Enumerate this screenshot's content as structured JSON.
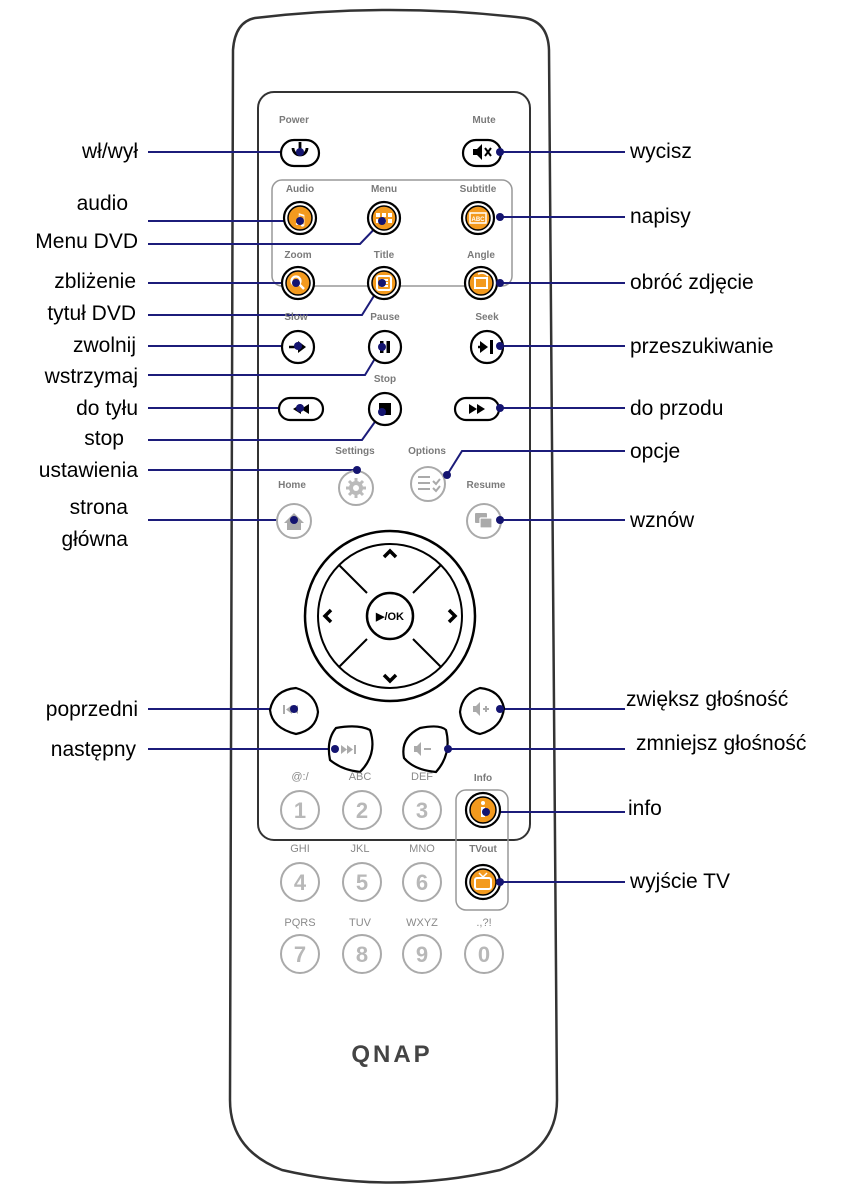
{
  "callouts": {
    "power": "wł/wył",
    "mute": "wycisz",
    "audio": "audio",
    "menu_dvd": "Menu DVD",
    "subtitle": "napisy",
    "zoom": "zbliżenie",
    "title_dvd": "tytuł DVD",
    "rotate": "obróć zdjęcie",
    "slow": "zwolnij",
    "pause": "wstrzymaj",
    "seek": "przeszukiwanie",
    "rewind": "do tyłu",
    "forward": "do przodu",
    "stop": "stop",
    "settings": "ustawienia",
    "options": "opcje",
    "home_1": "strona",
    "home_2": "główna",
    "resume": "wznów",
    "previous": "poprzedni",
    "next": "następny",
    "vol_up": "zwiększ głośność",
    "vol_down": "zmniejsz głośność",
    "info": "info",
    "tvout": "wyjście TV"
  },
  "button_labels": {
    "power": "Power",
    "mute": "Mute",
    "audio": "Audio",
    "menu": "Menu",
    "subtitle": "Subtitle",
    "zoom": "Zoom",
    "title": "Title",
    "angle": "Angle",
    "slow": "Slow",
    "pause": "Pause",
    "seek": "Seek",
    "stop": "Stop",
    "settings": "Settings",
    "options": "Options",
    "home": "Home",
    "resume": "Resume",
    "info": "Info",
    "tvout": "TVout",
    "ok": "▶/OK",
    "subtitle_glyph": "ABC"
  },
  "keypad": {
    "letters": [
      "@:/",
      "ABC",
      "DEF",
      "GHI",
      "JKL",
      "MNO",
      "PQRS",
      "TUV",
      "WXYZ",
      ".,?!"
    ],
    "digits": [
      "1",
      "2",
      "3",
      "4",
      "5",
      "6",
      "7",
      "8",
      "9",
      "0"
    ]
  },
  "brand": "QNAP",
  "colors": {
    "accent": "#f39a1e",
    "callout_line": "#1c1c7a"
  }
}
